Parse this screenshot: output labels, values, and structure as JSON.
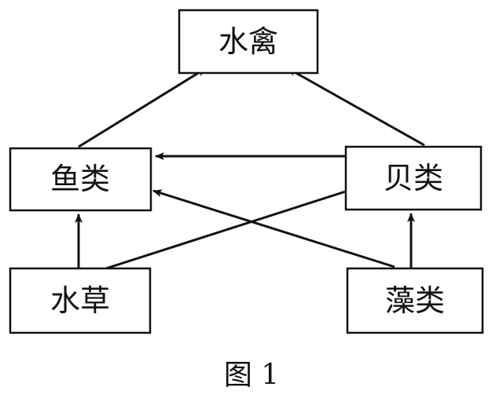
{
  "nodes": {
    "waterfowl": "水禽",
    "fish": "鱼类",
    "shellfish": "贝类",
    "waterweed": "水草",
    "algae": "藻类"
  },
  "edges": [
    {
      "from": "fish",
      "to": "waterfowl"
    },
    {
      "from": "shellfish",
      "to": "waterfowl"
    },
    {
      "from": "shellfish",
      "to": "fish"
    },
    {
      "from": "waterweed",
      "to": "fish"
    },
    {
      "from": "waterweed",
      "to": "shellfish"
    },
    {
      "from": "algae",
      "to": "fish"
    },
    {
      "from": "algae",
      "to": "shellfish"
    }
  ],
  "caption": "图 1"
}
